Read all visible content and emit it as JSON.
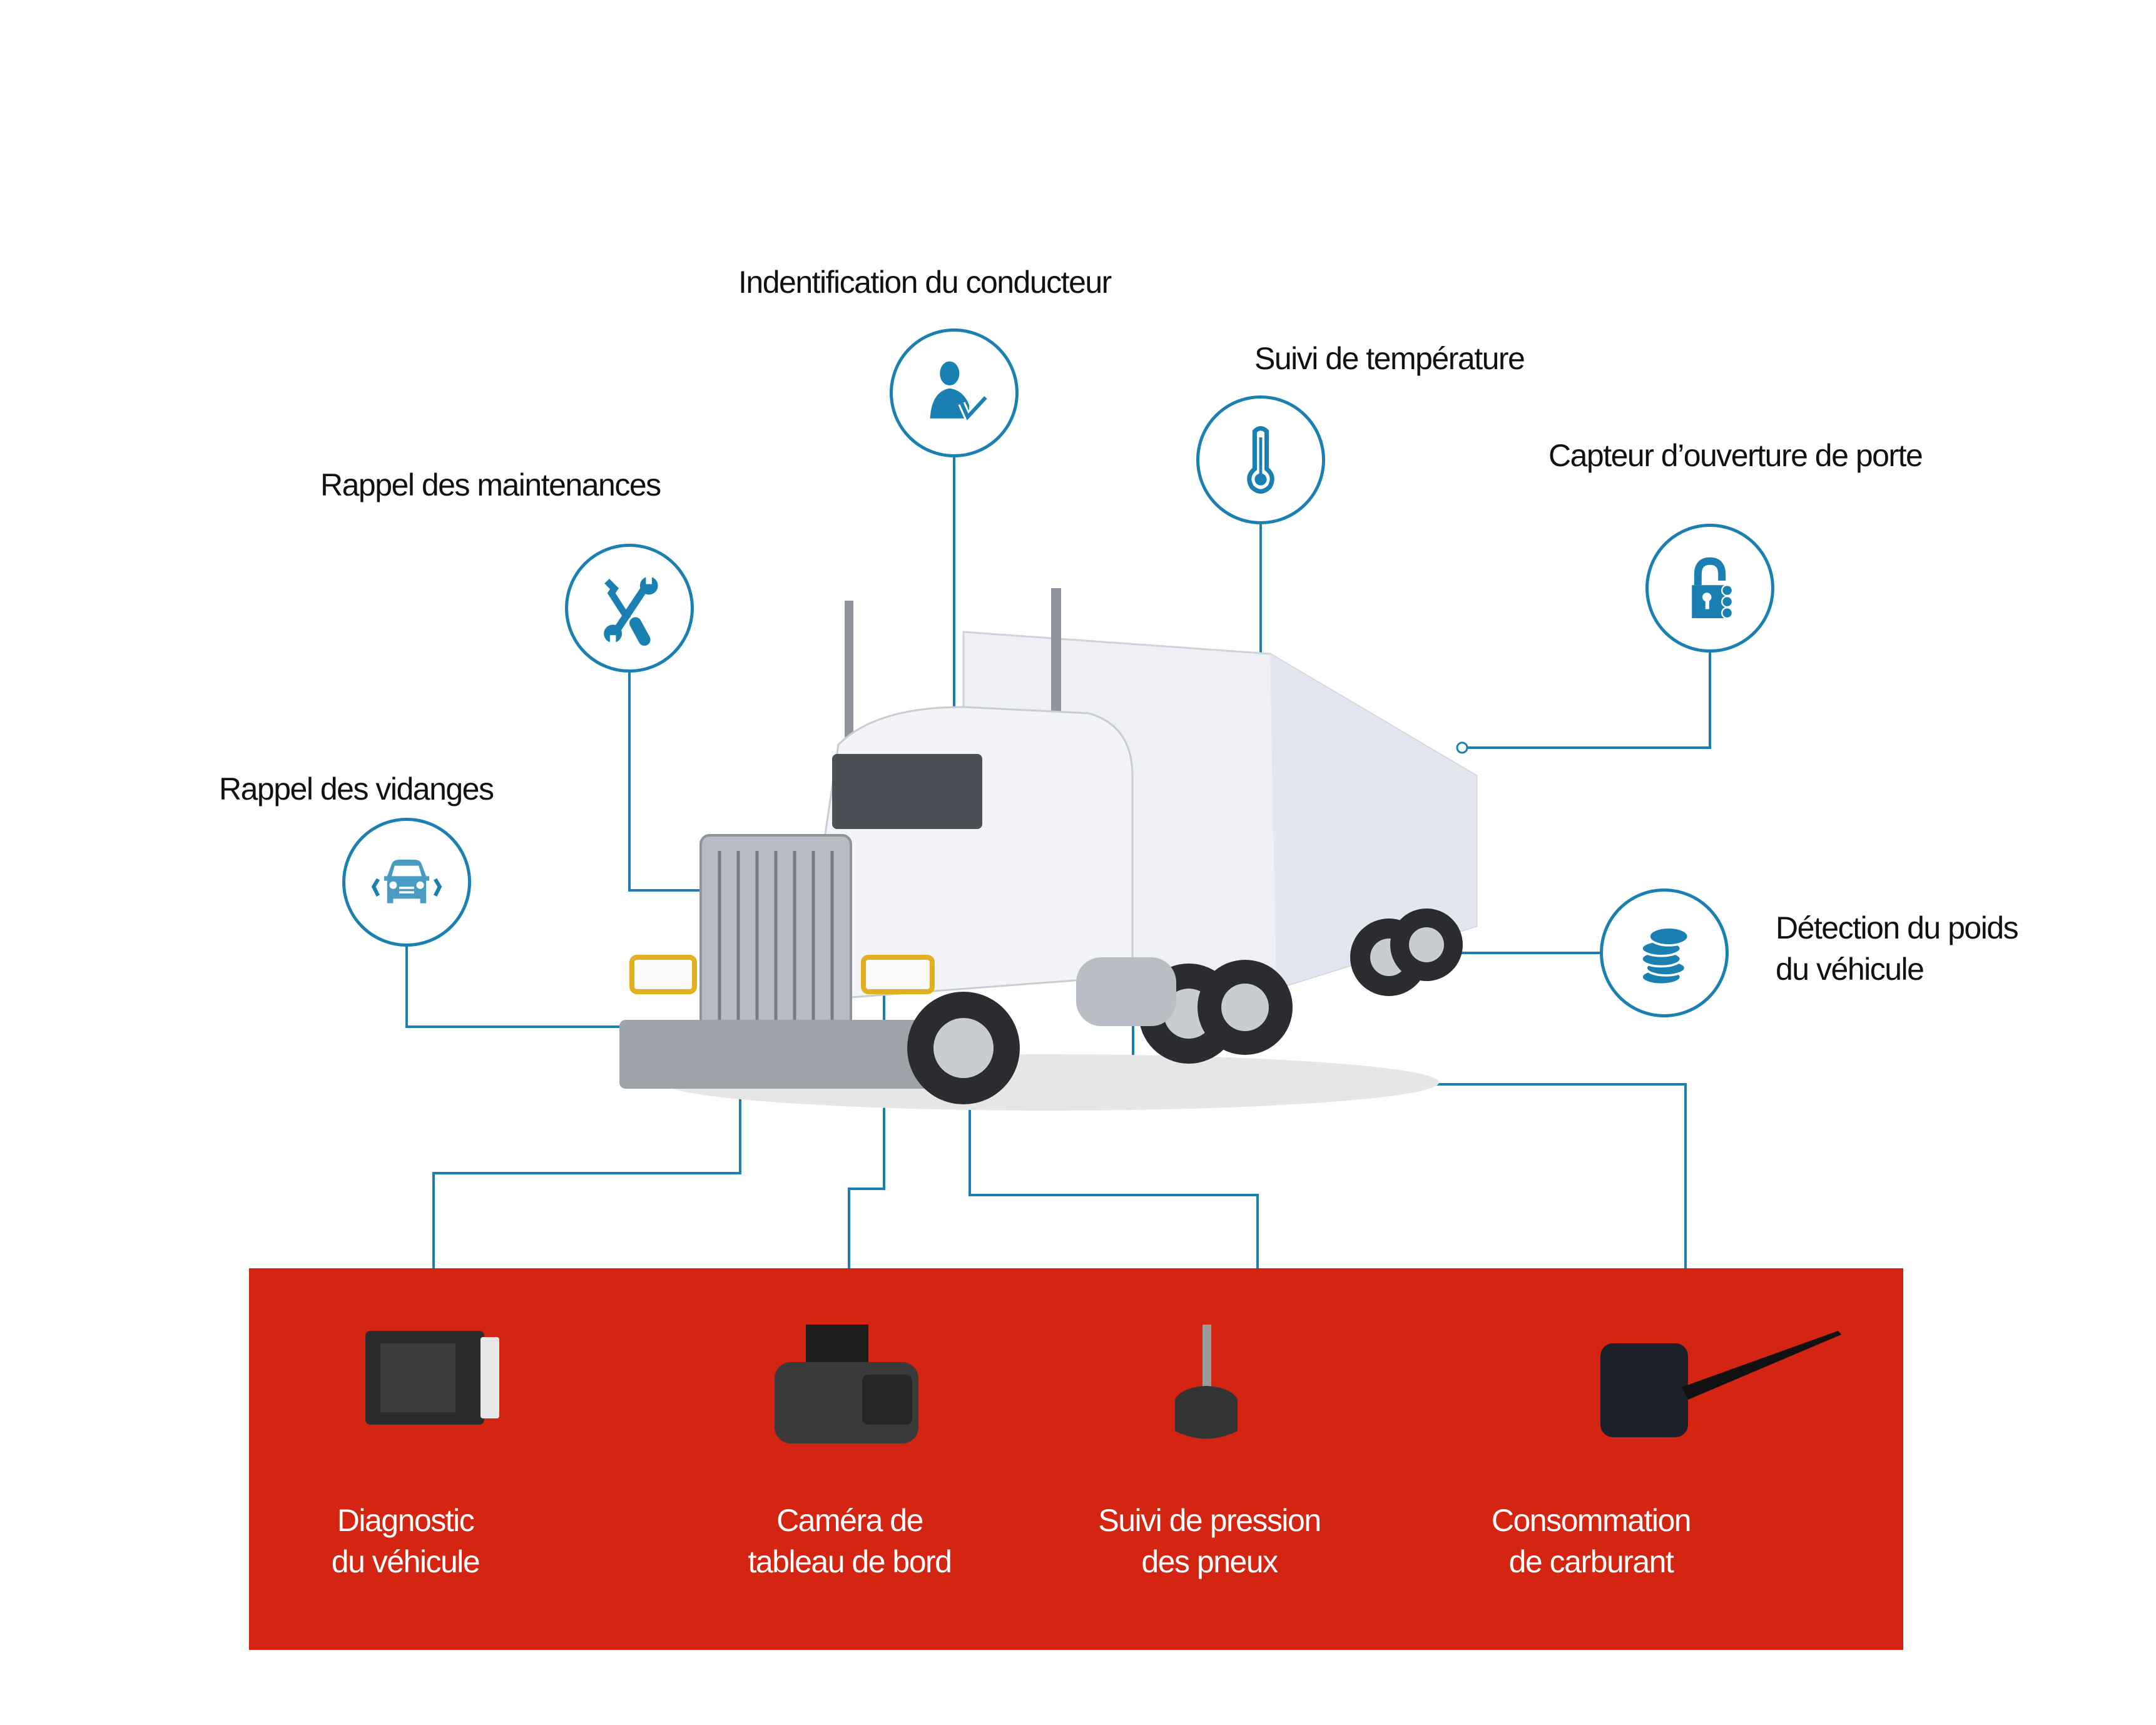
{
  "theme": {
    "accent": "#1a7fb1",
    "panel_bg": "#d42412",
    "label_color": "#111111",
    "panel_text": "#ffffff"
  },
  "features": {
    "driver_id": {
      "label": "Indentification du conducteur",
      "icon": "driver-check-icon"
    },
    "temperature": {
      "label": "Suivi de température",
      "icon": "thermometer-icon"
    },
    "door_sensor": {
      "label": "Capteur d’ouverture de porte",
      "icon": "padlock-icon"
    },
    "maintenance": {
      "label": "Rappel des maintenances",
      "icon": "wrench-screwdriver-icon"
    },
    "oil_change": {
      "label": "Rappel des vidanges",
      "icon": "car-icon"
    },
    "weight": {
      "label_line1": "Détection du poids",
      "label_line2": "du véhicule",
      "icon": "coin-stack-icon"
    }
  },
  "devices": [
    {
      "line1": "Diagnostic",
      "line2": "du véhicule",
      "icon": "obd-dongle-icon"
    },
    {
      "line1": "Caméra de",
      "line2": "tableau de bord",
      "icon": "dashcam-icon"
    },
    {
      "line1": "Suivi de pression",
      "line2": "des pneux",
      "icon": "tire-sensor-icon"
    },
    {
      "line1": "Consommation",
      "line2": "de carburant",
      "icon": "fuel-sensor-icon"
    }
  ]
}
